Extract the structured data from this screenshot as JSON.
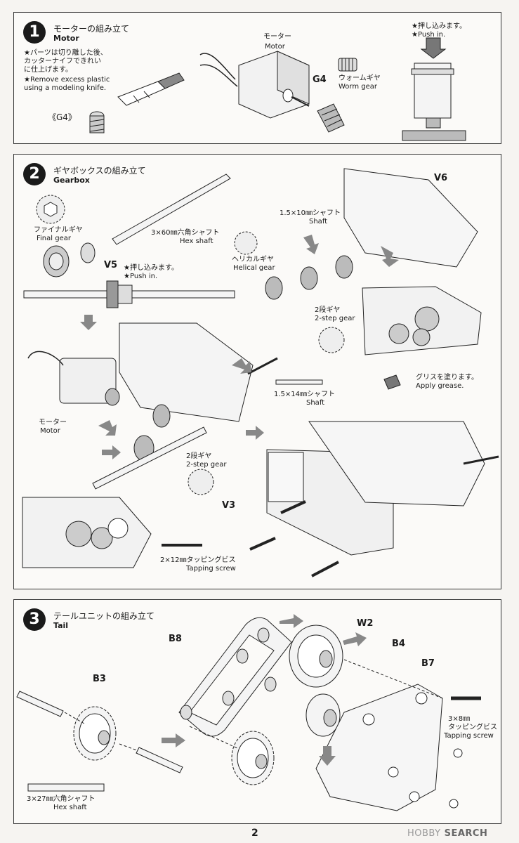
{
  "steps": [
    {
      "number": "1",
      "title_jp": "モーターの組み立て",
      "title_en": "Motor"
    },
    {
      "number": "2",
      "title_jp": "ギヤボックスの組み立て",
      "title_en": "Gearbox"
    },
    {
      "number": "3",
      "title_jp": "テールユニットの組み立て",
      "title_en": "Tail"
    }
  ],
  "step1": {
    "note_jp": [
      "★パーツは切り離した後、",
      "カッターナイフできれい",
      "に仕上げます。"
    ],
    "note_en": [
      "★Remove excess plastic",
      "using a modeling knife."
    ],
    "g4_part": "《G4》",
    "motor_jp": "モーター",
    "motor_en": "Motor",
    "g4": "G4",
    "worm_jp": "ウォームギヤ",
    "worm_en": "Worm gear",
    "push_jp": "★押し込みます。",
    "push_en": "★Push in."
  },
  "step2": {
    "final_jp": "ファイナルギヤ",
    "final_en": "Final gear",
    "v5": "V5",
    "hex_jp": "3×60㎜六角シャフト",
    "hex_en": "Hex shaft",
    "push_jp": "★押し込みます。",
    "push_en": "★Push in.",
    "shaft10_jp": "1.5×10㎜シャフト",
    "shaft10_en": "Shaft",
    "helical_jp": "ヘリカルギヤ",
    "helical_en": "Helical gear",
    "v6": "V6",
    "twostep_jp": "2段ギヤ",
    "twostep_en": "2-step gear",
    "grease_jp": "グリスを塗ります。",
    "grease_en": "Apply grease.",
    "shaft14_jp": "1.5×14㎜シャフト",
    "shaft14_en": "Shaft",
    "motor_jp": "モーター",
    "motor_en": "Motor",
    "twostep2_jp": "2段ギヤ",
    "twostep2_en": "2-step gear",
    "v3": "V3",
    "screw_jp": "2×12㎜タッピングビス",
    "screw_en": "Tapping screw"
  },
  "step3": {
    "b8": "B8",
    "w2": "W2",
    "b4": "B4",
    "b7": "B7",
    "b3": "B3",
    "screw_jp1": "3×8㎜",
    "screw_jp2": "タッピングビス",
    "screw_en": "Tapping screw",
    "hex_jp": "3×27㎜六角シャフト",
    "hex_en": "Hex shaft"
  },
  "footer": {
    "page": "2",
    "watermark_brand": "HOBBY",
    "watermark_rest": "SEARCH"
  }
}
